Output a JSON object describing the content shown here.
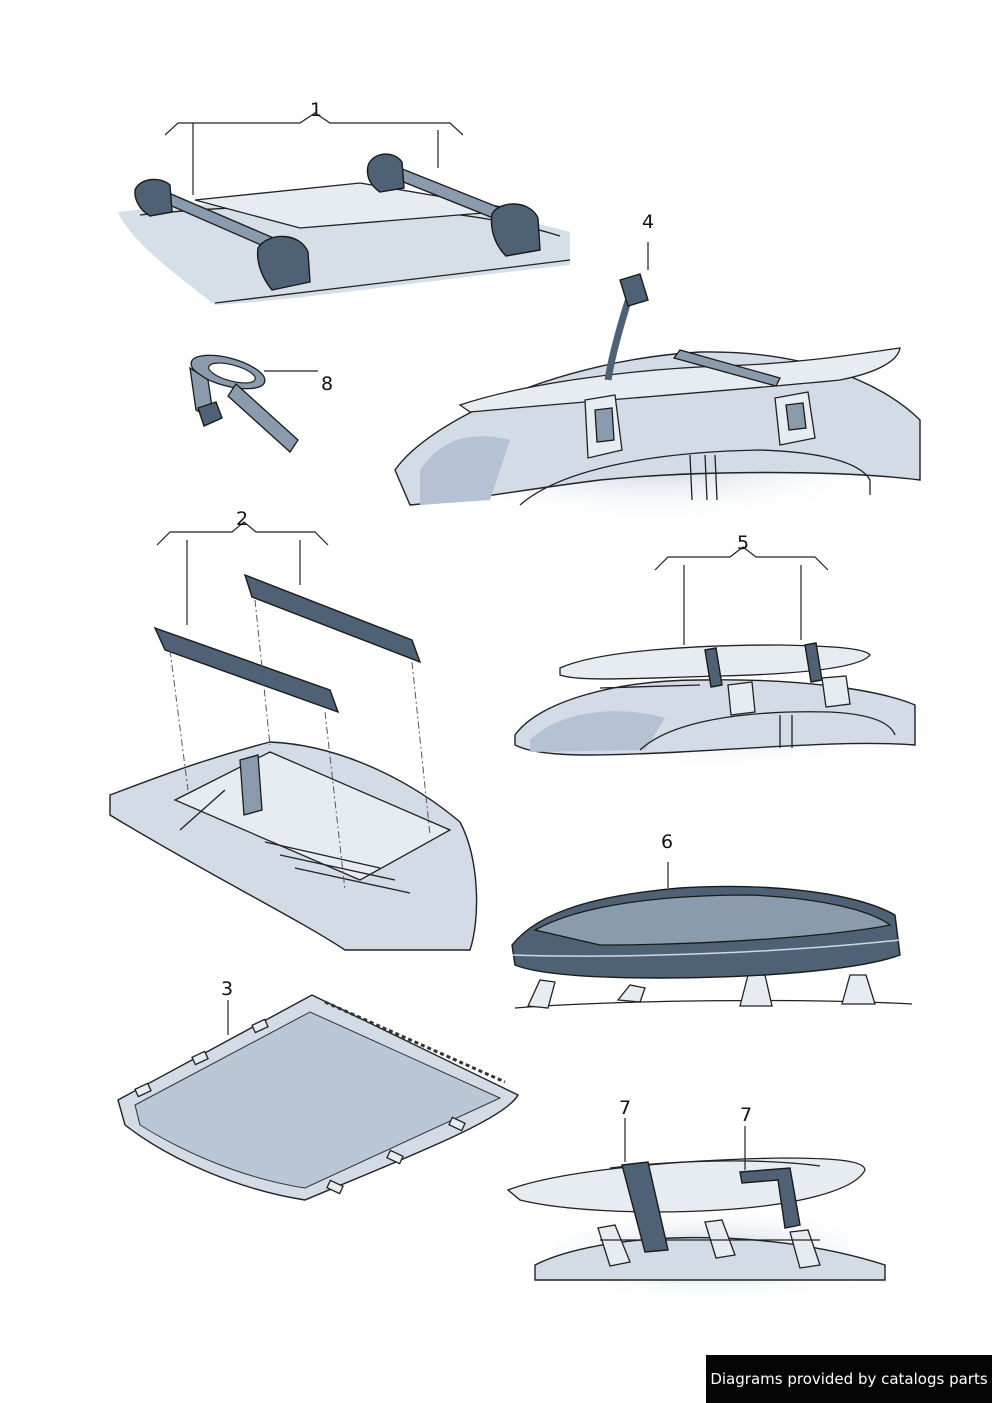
{
  "callouts": {
    "c1": "1",
    "c2": "2",
    "c3": "3",
    "c4": "4",
    "c5": "5",
    "c6": "6",
    "c7a": "7",
    "c7b": "7",
    "c8": "8"
  },
  "footer": {
    "text": "Diagrams provided by catalogs parts"
  }
}
